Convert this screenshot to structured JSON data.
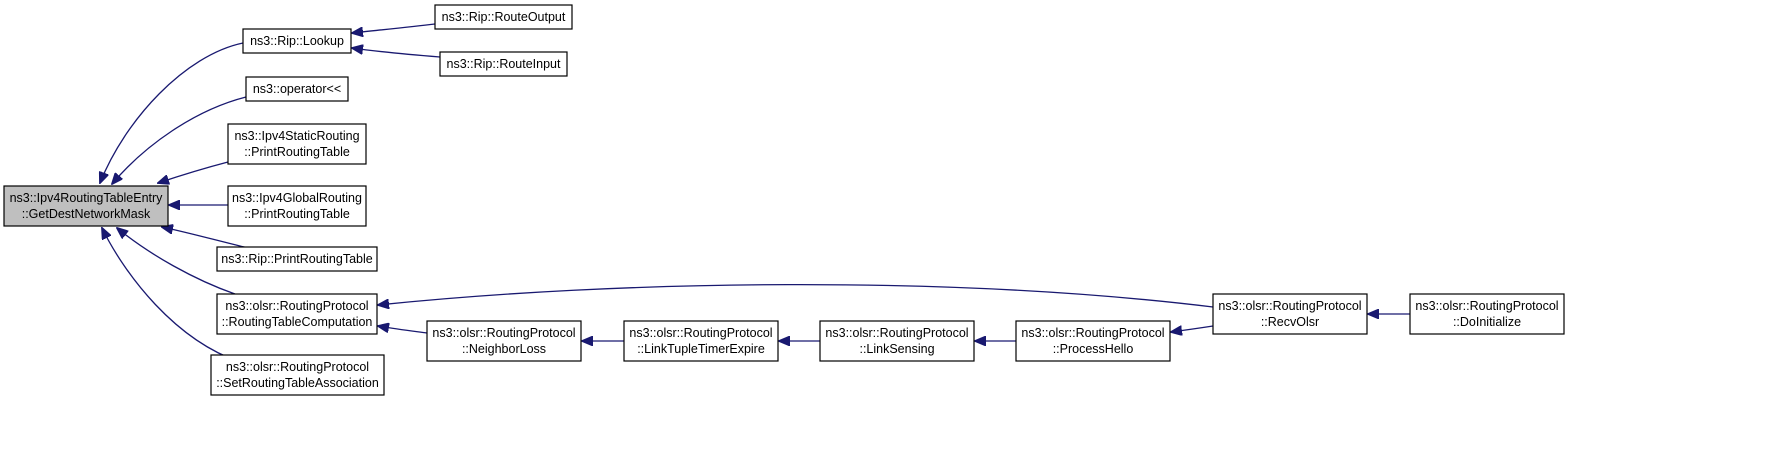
{
  "colors": {
    "edge": "#191970",
    "node_border": "#000000",
    "node_fill": "#ffffff",
    "focus_fill": "#bfbfbf",
    "text": "#000000"
  },
  "nodes": [
    {
      "id": "n0",
      "lines": [
        "ns3::Ipv4RoutingTableEntry",
        "::GetDestNetworkMask"
      ],
      "focus": true
    },
    {
      "id": "n1",
      "lines": [
        "ns3::Rip::Lookup"
      ]
    },
    {
      "id": "n2",
      "lines": [
        "ns3::Rip::RouteOutput"
      ]
    },
    {
      "id": "n3",
      "lines": [
        "ns3::Rip::RouteInput"
      ]
    },
    {
      "id": "n4",
      "lines": [
        "ns3::operator<<"
      ]
    },
    {
      "id": "n5",
      "lines": [
        "ns3::Ipv4StaticRouting",
        "::PrintRoutingTable"
      ]
    },
    {
      "id": "n6",
      "lines": [
        "ns3::Ipv4GlobalRouting",
        "::PrintRoutingTable"
      ]
    },
    {
      "id": "n7",
      "lines": [
        "ns3::Rip::PrintRoutingTable"
      ]
    },
    {
      "id": "n8",
      "lines": [
        "ns3::olsr::RoutingProtocol",
        "::RoutingTableComputation"
      ]
    },
    {
      "id": "n9",
      "lines": [
        "ns3::olsr::RoutingProtocol",
        "::SetRoutingTableAssociation"
      ]
    },
    {
      "id": "n10",
      "lines": [
        "ns3::olsr::RoutingProtocol",
        "::NeighborLoss"
      ]
    },
    {
      "id": "n11",
      "lines": [
        "ns3::olsr::RoutingProtocol",
        "::LinkTupleTimerExpire"
      ]
    },
    {
      "id": "n12",
      "lines": [
        "ns3::olsr::RoutingProtocol",
        "::LinkSensing"
      ]
    },
    {
      "id": "n13",
      "lines": [
        "ns3::olsr::RoutingProtocol",
        "::ProcessHello"
      ]
    },
    {
      "id": "n14",
      "lines": [
        "ns3::olsr::RoutingProtocol",
        "::RecvOlsr"
      ]
    },
    {
      "id": "n15",
      "lines": [
        "ns3::olsr::RoutingProtocol",
        "::DoInitialize"
      ]
    }
  ],
  "edges": [
    {
      "from": "n1",
      "to": "n0"
    },
    {
      "from": "n4",
      "to": "n0"
    },
    {
      "from": "n5",
      "to": "n0"
    },
    {
      "from": "n6",
      "to": "n0"
    },
    {
      "from": "n7",
      "to": "n0"
    },
    {
      "from": "n8",
      "to": "n0"
    },
    {
      "from": "n9",
      "to": "n0"
    },
    {
      "from": "n2",
      "to": "n1"
    },
    {
      "from": "n3",
      "to": "n1"
    },
    {
      "from": "n14",
      "to": "n8"
    },
    {
      "from": "n10",
      "to": "n8"
    },
    {
      "from": "n11",
      "to": "n10"
    },
    {
      "from": "n12",
      "to": "n11"
    },
    {
      "from": "n13",
      "to": "n12"
    },
    {
      "from": "n14",
      "to": "n13"
    },
    {
      "from": "n15",
      "to": "n14"
    }
  ]
}
